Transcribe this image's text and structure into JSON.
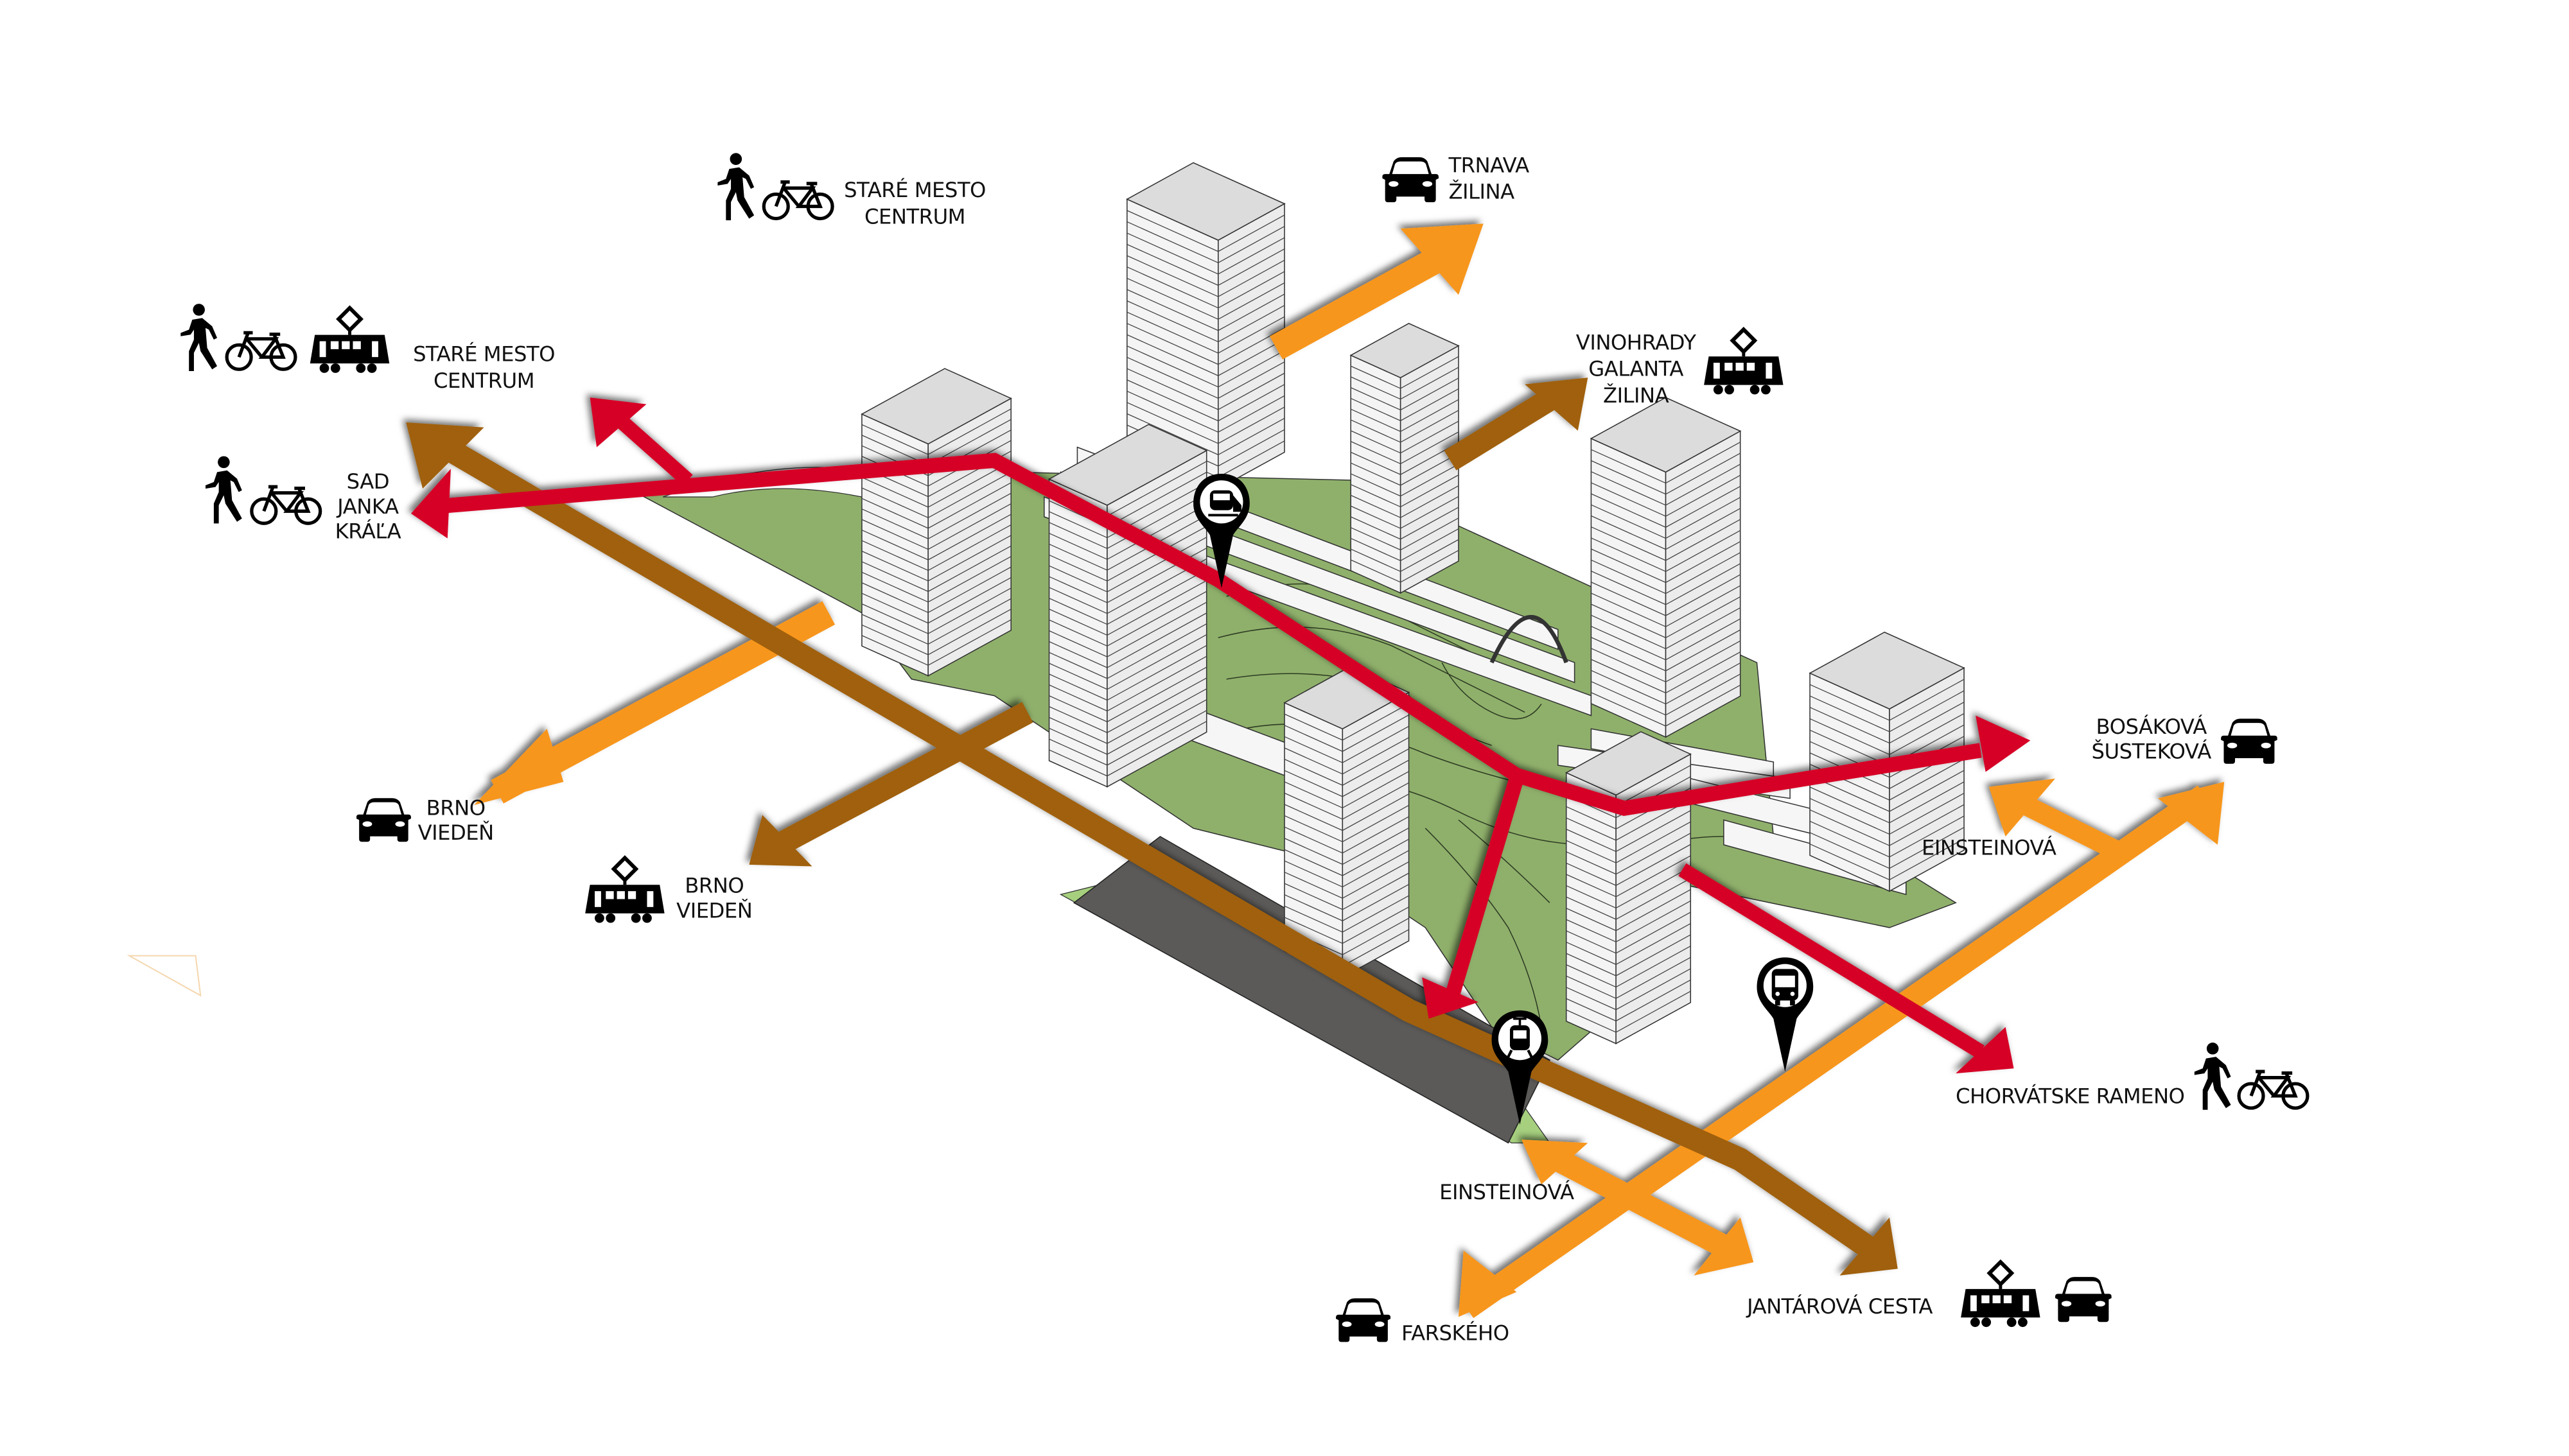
{
  "diagram": {
    "type": "isometric urban mobility diagram",
    "colors": {
      "car_route": "#f7961e",
      "tram_route": "#a0600c",
      "pedestrian_route": "#d60027",
      "greenery": "#8fb06b",
      "greenery_light": "#a6d07e",
      "road": "#5b5a58",
      "building": "#e6e6e6",
      "icon": "#000000"
    },
    "destinations": [
      {
        "id": "stare-mesto-top",
        "lines": [
          "STARÉ MESTO",
          "CENTRUM"
        ],
        "modes": [
          "pedestrian-icon",
          "bicycle-icon"
        ]
      },
      {
        "id": "trnava-zilina",
        "lines": [
          "TRNAVA",
          "ŽILINA"
        ],
        "modes": [
          "car-icon"
        ]
      },
      {
        "id": "stare-mesto-left",
        "lines": [
          "STARÉ MESTO",
          "CENTRUM"
        ],
        "modes": [
          "pedestrian-icon",
          "bicycle-icon",
          "tram-icon"
        ]
      },
      {
        "id": "vinohrady",
        "lines": [
          "VINOHRADY",
          "GALANTA",
          "ŽILINA"
        ],
        "modes": [
          "tram-icon"
        ]
      },
      {
        "id": "sad-janka-krala",
        "lines": [
          "SAD",
          "JANKA",
          "KRÁĽA"
        ],
        "modes": [
          "pedestrian-icon",
          "bicycle-icon"
        ]
      },
      {
        "id": "brno-car",
        "lines": [
          "BRNO",
          "VIEDEŇ"
        ],
        "modes": [
          "car-icon"
        ]
      },
      {
        "id": "brno-tram",
        "lines": [
          "BRNO",
          "VIEDEŇ"
        ],
        "modes": [
          "tram-icon"
        ]
      },
      {
        "id": "bosakova",
        "lines": [
          "BOSÁKOVÁ",
          "ŠUSTEKOVÁ"
        ],
        "modes": [
          "car-icon"
        ]
      },
      {
        "id": "einsteinova-right",
        "lines": [
          "EINSTEINOVÁ"
        ],
        "modes": []
      },
      {
        "id": "chorvatske-rameno",
        "lines": [
          "CHORVÁTSKE RAMENO"
        ],
        "modes": [
          "pedestrian-icon",
          "bicycle-icon"
        ]
      },
      {
        "id": "einsteinova-bottom",
        "lines": [
          "EINSTEINOVÁ"
        ],
        "modes": []
      },
      {
        "id": "farskeho",
        "lines": [
          "FARSKÉHO"
        ],
        "modes": [
          "car-icon"
        ]
      },
      {
        "id": "jantarova-cesta",
        "lines": [
          "JANTÁROVÁ CESTA"
        ],
        "modes": [
          "tram-icon",
          "car-icon"
        ]
      }
    ],
    "stops": [
      {
        "id": "train-stop",
        "icon": "train-icon"
      },
      {
        "id": "tram-stop",
        "icon": "tram-front-icon"
      },
      {
        "id": "bus-stop",
        "icon": "bus-icon"
      }
    ]
  }
}
